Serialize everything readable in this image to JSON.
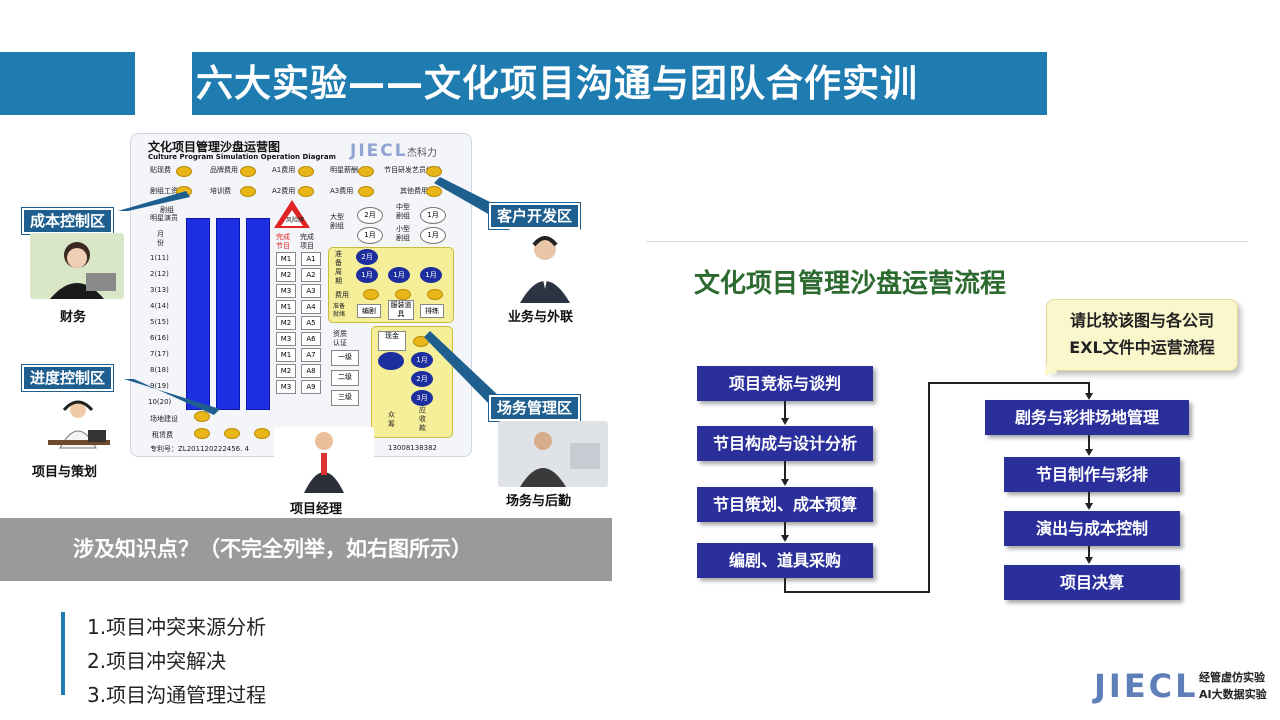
{
  "header": {
    "title": "六大实验——文化项目沟通与团队合作实训"
  },
  "board": {
    "title": "文化项目管理沙盘运营图",
    "subtitle": "Culture Program Simulation Operation Diagram",
    "logo_en": "JIECL",
    "logo_cn": "杰科力",
    "col_labels": [
      "贴现费",
      "品牌费用",
      "A1费用",
      "明星薪酬",
      "节目研发艺员培训"
    ],
    "col_labels_2": [
      "剧组工资",
      "培训费",
      "A2费用",
      "A3费用",
      "其他费用"
    ],
    "left_header": [
      "剧组",
      "明星演员"
    ],
    "month_label": "月份",
    "months": [
      "1(11)",
      "2(12)",
      "3(13)",
      "4(14)",
      "5(15)",
      "6(16)",
      "7(17)",
      "8(18)",
      "9(19)",
      "10(20)"
    ],
    "risk_label": "风险牌",
    "done_labels": [
      "完成节目",
      "完成项目"
    ],
    "m_cells": [
      "M1",
      "M2",
      "M3",
      "M1",
      "M2",
      "M3",
      "M1",
      "M2",
      "M3"
    ],
    "a_cells": [
      "A1",
      "A2",
      "A3",
      "A4",
      "A5",
      "A6",
      "A7",
      "A8",
      "A9"
    ],
    "drama_labels": [
      "大型剧组",
      "中型剧组",
      "小型剧组"
    ],
    "month_tags": [
      "2月",
      "1月",
      "1月",
      "1月"
    ],
    "prep_label": "准备周期",
    "fee_label": "费用",
    "prep_sub": [
      "准备就绪",
      "编剧",
      "服装道具",
      "排练"
    ],
    "prep_months": [
      "2月",
      "1月",
      "1月",
      "1月"
    ],
    "cash_label": "现金",
    "level_labels": [
      "资质认证",
      "一级",
      "二级",
      "三级"
    ],
    "cash_months": [
      "1月",
      "2月",
      "3月"
    ],
    "bottom_labels": [
      "众筹",
      "应收款"
    ],
    "footer_labels": [
      "场地建设",
      "租赁费"
    ],
    "patent": "专利号：ZL201120222456. 4",
    "phone": "13008138382",
    "project_label": "项目经理"
  },
  "callouts": {
    "cost": "成本控制区",
    "progress": "进度控制区",
    "customer": "客户开发区",
    "venue": "场务管理区"
  },
  "people": {
    "finance": "财务",
    "planning": "项目与策划",
    "manager": "项目经理",
    "business": "业务与外联",
    "logistics": "场务与后勤"
  },
  "knowledge": {
    "title": "涉及知识点？（不完全列举，如右图所示）",
    "items": [
      "1.项目冲突来源分析",
      "2.项目冲突解决",
      "3.项目沟通管理过程"
    ]
  },
  "flow": {
    "title": "文化项目管理沙盘运营流程",
    "note_line1": "请比较该图与各公司",
    "note_line2": "EXL文件中运营流程",
    "left_steps": [
      "项目竞标与谈判",
      "节目构成与设计分析",
      "节目策划、成本预算",
      "编剧、道具采购"
    ],
    "right_steps": [
      "剧务与彩排场地管理",
      "节目制作与彩排",
      "演出与成本控制",
      "项目决算"
    ]
  },
  "footer": {
    "logo": "JIECL",
    "line1": "经管虚仿实验",
    "line2": "AI大数据实验"
  },
  "colors": {
    "title_bar": "#1f7cb1",
    "step_fill": "#2a2f9c",
    "callout": "#1f5f8f",
    "flow_title": "#2c6a2f",
    "knowledge_bar": "#9a9a9a"
  }
}
